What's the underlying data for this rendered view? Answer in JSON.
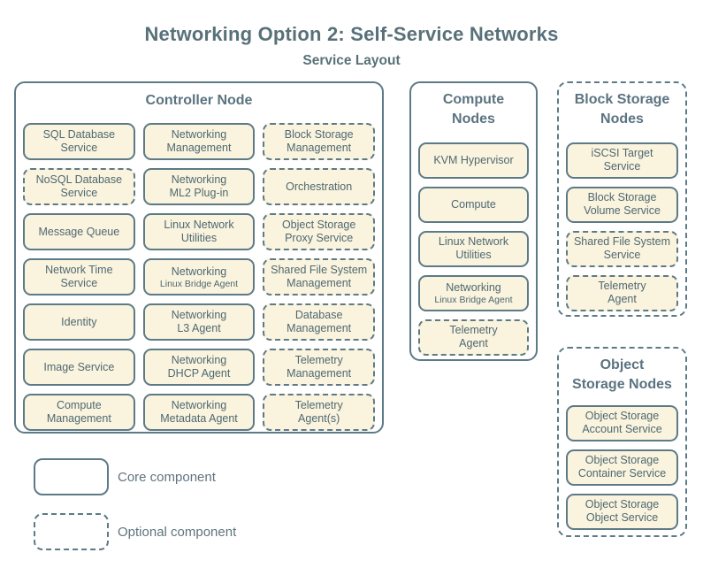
{
  "page": {
    "title": "Networking Option 2: Self-Service Networks",
    "subtitle": "Service Layout"
  },
  "colors": {
    "background": "#ffffff",
    "box_fill": "#faf3dd",
    "border": "#5d7a87",
    "box_text": "#4e6973",
    "heading_text": "#5b7380"
  },
  "groups": [
    {
      "name": "Controller Node",
      "title_lines": [
        "Controller Node"
      ],
      "border": "solid",
      "items": [
        {
          "lines": [
            "SQL Database",
            "Service"
          ],
          "style": "solid"
        },
        {
          "lines": [
            "Networking",
            "Management"
          ],
          "style": "solid"
        },
        {
          "lines": [
            "Block Storage",
            "Management"
          ],
          "style": "dashed"
        },
        {
          "lines": [
            "NoSQL Database",
            "Service"
          ],
          "style": "dashed"
        },
        {
          "lines": [
            "Networking",
            "ML2 Plug-in"
          ],
          "style": "solid"
        },
        {
          "lines": [
            "Orchestration"
          ],
          "style": "dashed"
        },
        {
          "lines": [
            "Message Queue"
          ],
          "style": "solid"
        },
        {
          "lines": [
            "Linux Network",
            "Utilities"
          ],
          "style": "solid"
        },
        {
          "lines": [
            "Object Storage",
            "Proxy Service"
          ],
          "style": "dashed"
        },
        {
          "lines": [
            "Network Time",
            "Service"
          ],
          "style": "solid"
        },
        {
          "lines": [
            "Networking"
          ],
          "sub": "Linux Bridge Agent",
          "style": "solid"
        },
        {
          "lines": [
            "Shared File System",
            "Management"
          ],
          "style": "dashed"
        },
        {
          "lines": [
            "Identity"
          ],
          "style": "solid"
        },
        {
          "lines": [
            "Networking",
            "L3 Agent"
          ],
          "style": "solid"
        },
        {
          "lines": [
            "Database",
            "Management"
          ],
          "style": "dashed"
        },
        {
          "lines": [
            "Image Service"
          ],
          "style": "solid"
        },
        {
          "lines": [
            "Networking",
            "DHCP Agent"
          ],
          "style": "solid"
        },
        {
          "lines": [
            "Telemetry",
            "Management"
          ],
          "style": "dashed"
        },
        {
          "lines": [
            "Compute",
            "Management"
          ],
          "style": "solid"
        },
        {
          "lines": [
            "Networking",
            "Metadata Agent"
          ],
          "style": "solid"
        },
        {
          "lines": [
            "Telemetry",
            "Agent(s)"
          ],
          "style": "dashed"
        }
      ]
    },
    {
      "name": "Compute Nodes",
      "title_lines": [
        "Compute",
        "Nodes"
      ],
      "border": "solid",
      "items": [
        {
          "lines": [
            "KVM Hypervisor"
          ],
          "style": "solid"
        },
        {
          "lines": [
            "Compute"
          ],
          "style": "solid"
        },
        {
          "lines": [
            "Linux Network",
            "Utilities"
          ],
          "style": "solid"
        },
        {
          "lines": [
            "Networking"
          ],
          "sub": "Linux Bridge Agent",
          "style": "solid"
        },
        {
          "lines": [
            "Telemetry",
            "Agent"
          ],
          "style": "dashed"
        }
      ]
    },
    {
      "name": "Block Storage Nodes",
      "title_lines": [
        "Block Storage",
        "Nodes"
      ],
      "border": "dashed",
      "items": [
        {
          "lines": [
            "iSCSI Target",
            "Service"
          ],
          "style": "solid"
        },
        {
          "lines": [
            "Block Storage",
            "Volume Service"
          ],
          "style": "solid"
        },
        {
          "lines": [
            "Shared File System",
            "Service"
          ],
          "style": "dashed"
        },
        {
          "lines": [
            "Telemetry",
            "Agent"
          ],
          "style": "dashed"
        }
      ]
    },
    {
      "name": "Object Storage Nodes",
      "title_lines": [
        "Object",
        "Storage Nodes"
      ],
      "border": "dashed",
      "items": [
        {
          "lines": [
            "Object Storage",
            "Account Service"
          ],
          "style": "solid"
        },
        {
          "lines": [
            "Object Storage",
            "Container Service"
          ],
          "style": "solid"
        },
        {
          "lines": [
            "Object Storage",
            "Object Service"
          ],
          "style": "solid"
        }
      ]
    }
  ],
  "legend": [
    {
      "style": "solid",
      "label": "Core component"
    },
    {
      "style": "dashed",
      "label": "Optional component"
    }
  ]
}
